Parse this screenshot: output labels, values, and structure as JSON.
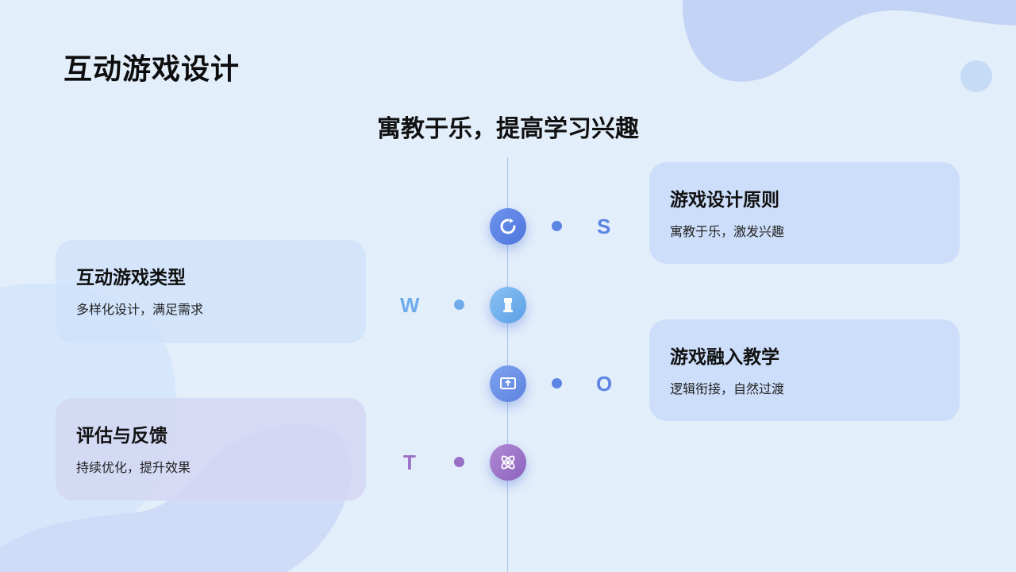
{
  "page": {
    "title": "互动游戏设计",
    "subtitle": "寓教于乐，提高学习兴趣"
  },
  "swot": [
    {
      "letter": "S",
      "heading": "游戏设计原则",
      "desc": "寓教于乐，激发兴趣",
      "icon": "refresh-icon",
      "color": "#5b84e3"
    },
    {
      "letter": "W",
      "heading": "互动游戏类型",
      "desc": "多样化设计，满足需求",
      "icon": "chess-piece-icon",
      "color": "#70acec"
    },
    {
      "letter": "O",
      "heading": "游戏融入教学",
      "desc": "逻辑衔接，自然过渡",
      "icon": "screen-upload-icon",
      "color": "#5e85e4"
    },
    {
      "letter": "T",
      "heading": "评估与反馈",
      "desc": "持续优化，提升效果",
      "icon": "atom-icon",
      "color": "#9a70c6"
    }
  ]
}
